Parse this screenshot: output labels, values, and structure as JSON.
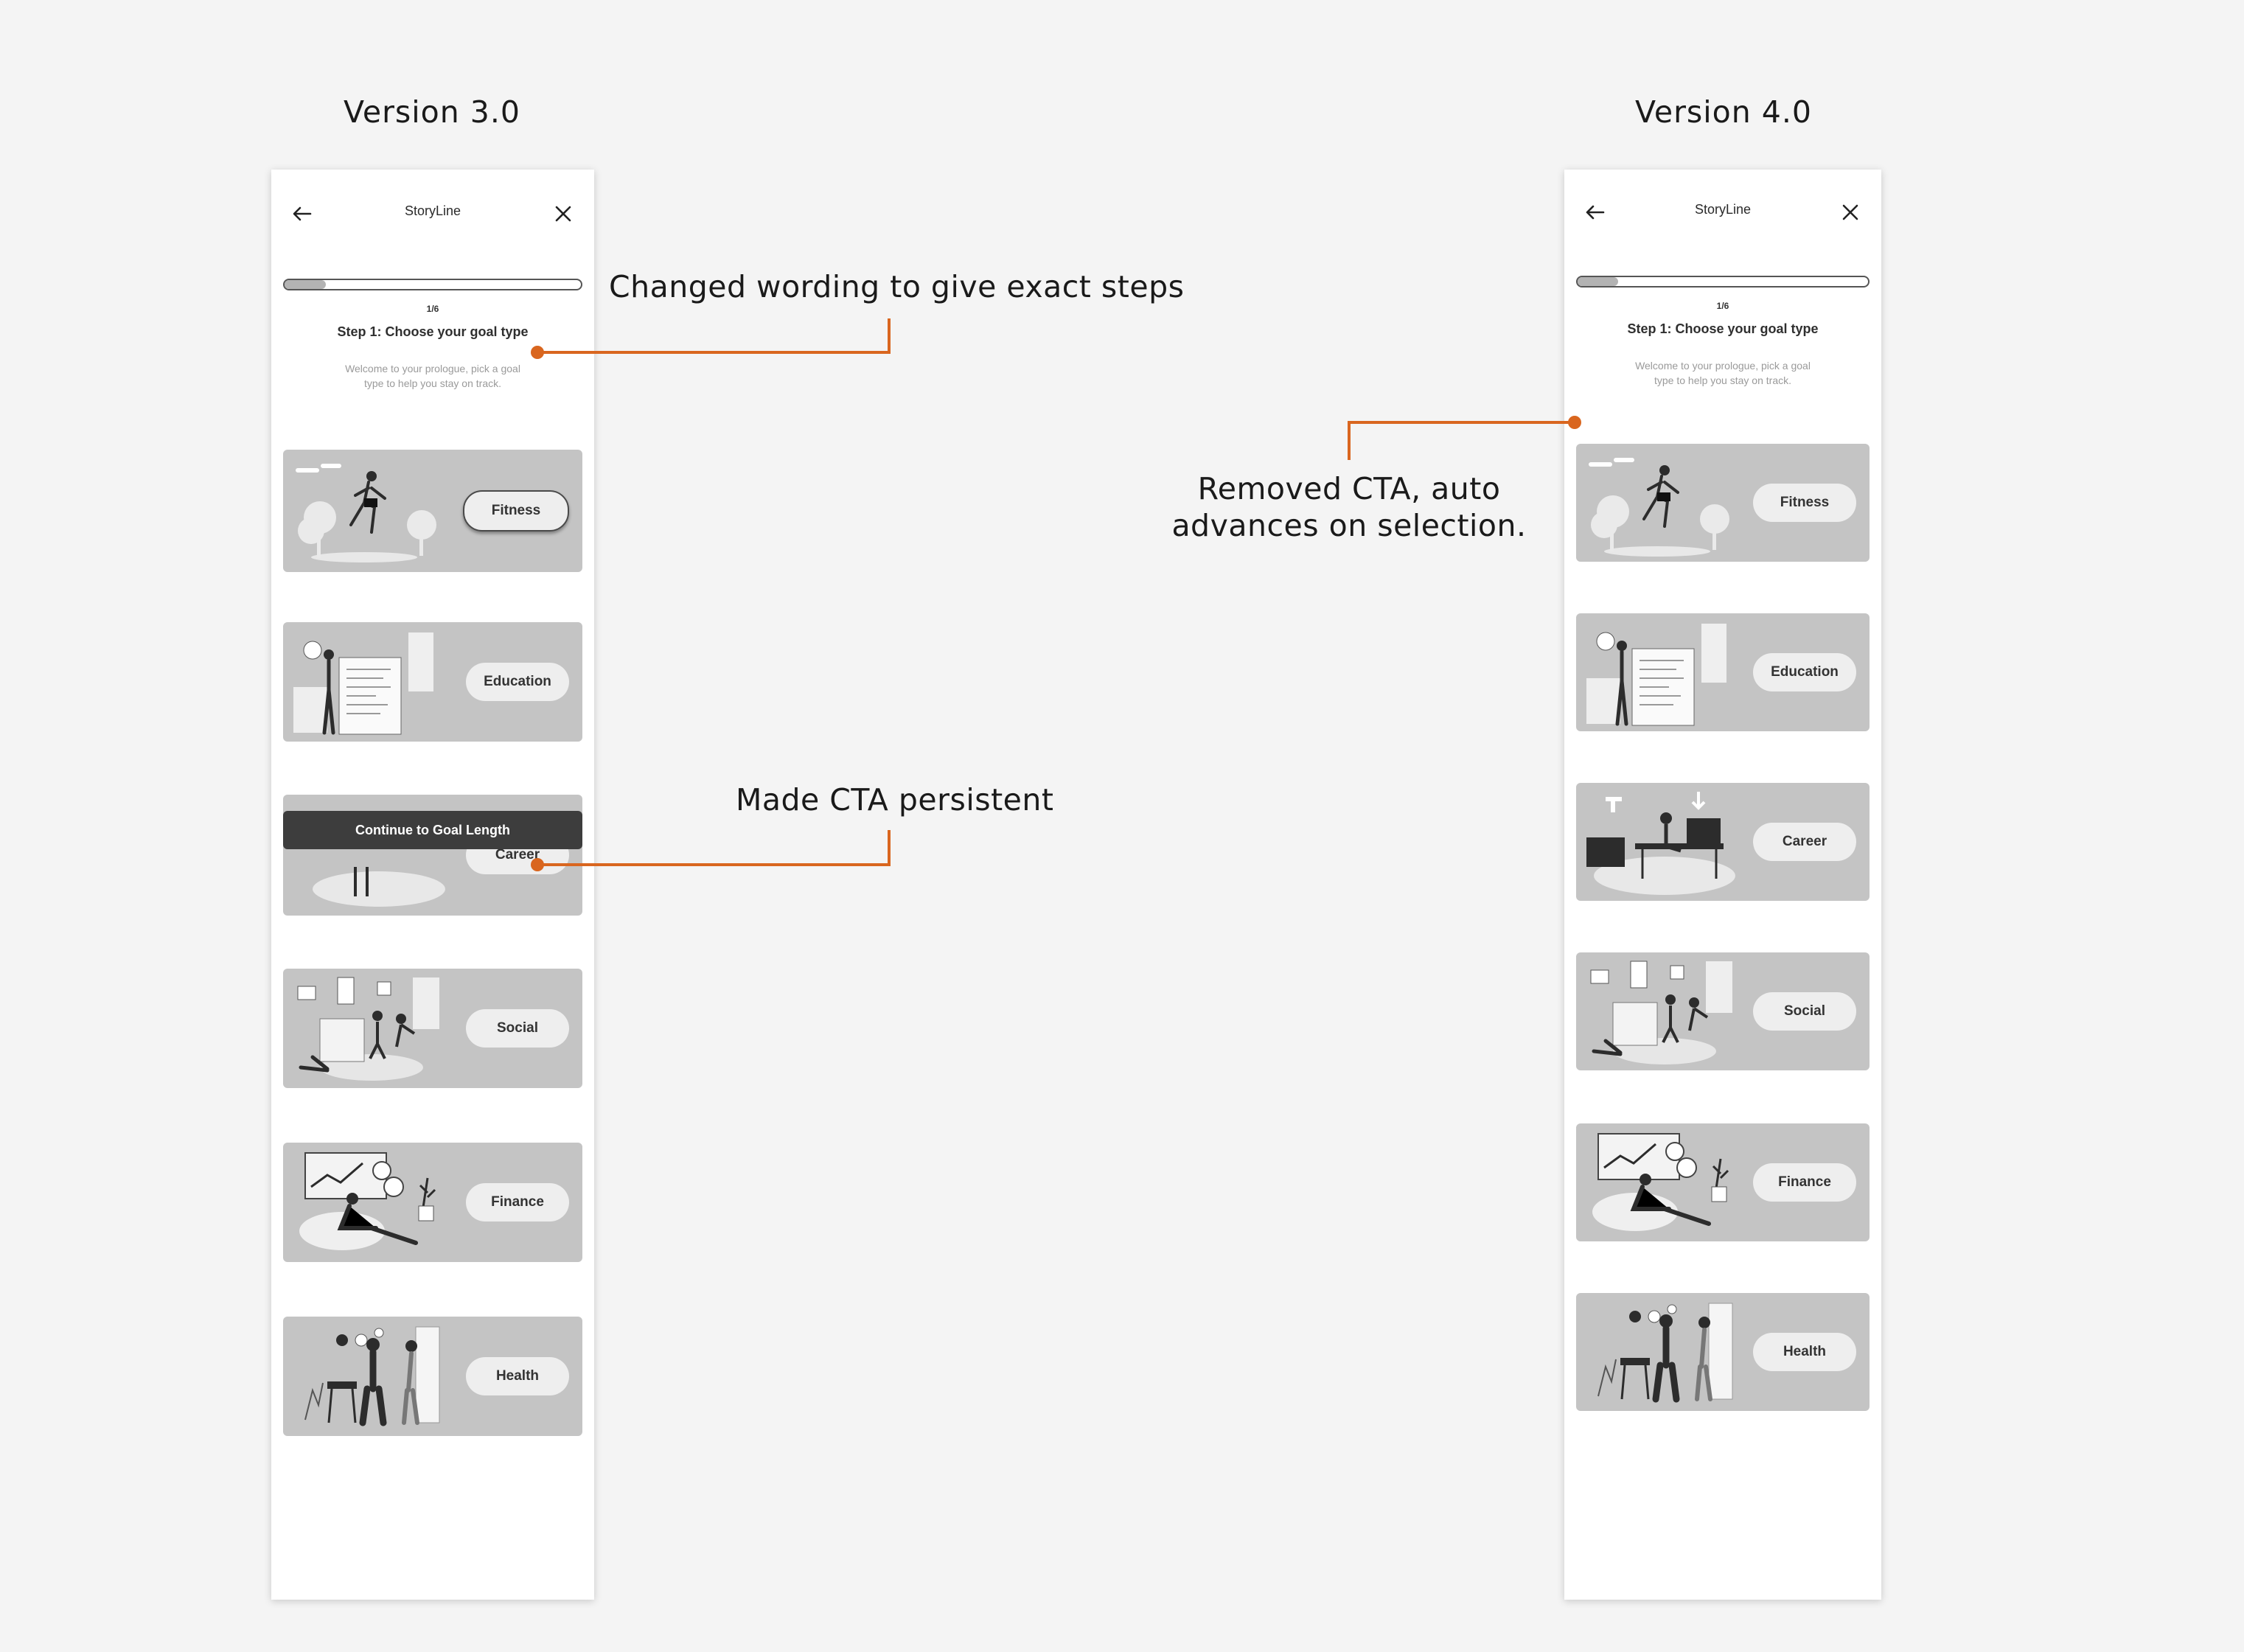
{
  "headings": {
    "v3": "Version 3.0",
    "v4": "Version 4.0"
  },
  "v3": {
    "title": "StoryLine",
    "progress_fraction": 0.14,
    "step_count": "1/6",
    "step_title": "Step 1: Choose your goal type",
    "subtitle": "Welcome to your prologue, pick a goal type to help you stay on track.",
    "cards": [
      {
        "label": "Fitness"
      },
      {
        "label": "Education"
      },
      {
        "label": "Career"
      },
      {
        "label": "Social"
      },
      {
        "label": "Finance"
      },
      {
        "label": "Health"
      }
    ],
    "selected": "Fitness",
    "cta_label": "Continue to Goal Length"
  },
  "v4": {
    "title": "StoryLine",
    "progress_fraction": 0.14,
    "step_count": "1/6",
    "step_title": "Step 1: Choose your goal type",
    "subtitle": "Welcome to your prologue, pick a goal type to help you stay on track.",
    "cards": [
      {
        "label": "Fitness"
      },
      {
        "label": "Education"
      },
      {
        "label": "Career"
      },
      {
        "label": "Social"
      },
      {
        "label": "Finance"
      },
      {
        "label": "Health"
      }
    ]
  },
  "annotations": {
    "wording": "Changed wording to give exact steps",
    "cta_persistent": "Made CTA persistent",
    "cta_removed_line1": "Removed CTA, auto",
    "cta_removed_line2": "advances on selection."
  },
  "colors": {
    "annotation": "#d9661f",
    "card": "#c4c4c4",
    "cta": "#3d3d3d"
  },
  "icons": {
    "back": "arrow-left-icon",
    "close": "close-icon"
  }
}
